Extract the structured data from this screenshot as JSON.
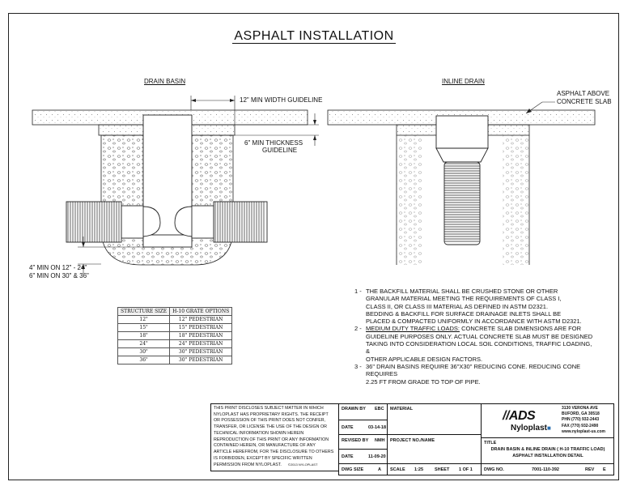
{
  "title": "ASPHALT INSTALLATION",
  "views": {
    "drain_basin": "DRAIN BASIN",
    "inline_drain": "INLINE DRAIN"
  },
  "callouts": {
    "min_width": "12\" MIN WIDTH GUIDELINE",
    "min_thickness_1": "6\" MIN THICKNESS",
    "min_thickness_2": "GUIDELINE",
    "asphalt_1": "ASPHALT ABOVE",
    "asphalt_2": "CONCRETE SLAB",
    "min_depth_1": "4\" MIN ON 12\" - 24\"",
    "min_depth_2": "6\" MIN ON 30\" & 36\""
  },
  "structure_table": {
    "headers": [
      "STRUCTURE SIZE",
      "H-10 GRATE OPTIONS"
    ],
    "rows": [
      [
        "12\"",
        "12\" PEDESTRIAN"
      ],
      [
        "15\"",
        "15\" PEDESTRIAN"
      ],
      [
        "18\"",
        "18\" PEDESTRIAN"
      ],
      [
        "24\"",
        "24\" PEDESTRIAN"
      ],
      [
        "30\"",
        "30\" PEDESTRIAN"
      ],
      [
        "36\"",
        "30\" PEDESTRIAN"
      ]
    ]
  },
  "notes": [
    {
      "num": "1 -",
      "lines": [
        "THE BACKFILL MATERIAL SHALL BE CRUSHED STONE OR OTHER",
        "GRANULAR MATERIAL MEETING THE REQUIREMENTS OF CLASS I,",
        "CLASS II, OR CLASS III MATERIAL AS DEFINED IN ASTM D2321.",
        "BEDDING & BACKFILL FOR SURFACE DRAINAGE INLETS SHALL BE",
        "PLACED & COMPACTED UNIFORMLY IN ACCORDANCE WITH ASTM D2321."
      ]
    },
    {
      "num": "2 -",
      "lead": "MEDIUM DUTY TRAFFIC LOADS:",
      "lines": [
        " CONCRETE SLAB DIMENSIONS ARE FOR",
        "GUIDELINE PURPOSES ONLY.  ACTUAL CONCRETE SLAB MUST BE DESIGNED",
        "TAKING INTO CONSIDERATION LOCAL SOIL CONDITIONS, TRAFFIC LOADING, &",
        "OTHER APPLICABLE DESIGN FACTORS."
      ]
    },
    {
      "num": "3 -",
      "lines": [
        "36\" DRAIN BASINS REQUIRE 36\"X30\" REDUCING CONE. REDUCING CONE REQUIRES",
        "2.25 FT FROM GRADE TO TOP OF PIPE."
      ]
    }
  ],
  "title_block": {
    "disclaimer": [
      "THIS PRINT DISCLOSES SUBJECT MATTER IN WHICH",
      "NYLOPLAST HAS PROPRIETARY RIGHTS. THE RECEIPT",
      "OR POSSESSION OF THIS PRINT DOES NOT CONFER,",
      "TRANSFER, OR LICENSE THE USE OF THE DESIGN OR",
      "TECHNICAL INFORMATION SHOWN HEREIN",
      "REPRODUCTION OF THIS PRINT OR ANY INFORMATION",
      "CONTAINED HEREIN, OR MANUFACTURE OF ANY",
      "ARTICLE HEREFROM, FOR THE DISCLOSURE TO OTHERS",
      "IS FORBIDDEN, EXCEPT BY SPECIFIC WRITTEN",
      "PERMISSION FROM NYLOPLAST."
    ],
    "copyright": "©2013 NYLOPLAST",
    "drawn_by_label": "DRAWN BY",
    "drawn_by": "EBC",
    "date_label": "DATE",
    "date1": "03-14-18",
    "revised_by_label": "REVISED BY",
    "revised_by": "NMH",
    "date2": "11-09-20",
    "dwg_size_label": "DWG SIZE",
    "dwg_size": "A",
    "material_label": "MATERIAL",
    "project_label": "PROJECT NO./NAME",
    "scale_label": "SCALE",
    "scale": "1:25",
    "sheet_label": "SHEET",
    "sheet": "1 OF 1",
    "logo_ads": "ADS",
    "logo_nyloplast": "Nyloplast",
    "address": [
      "3130 VERONA AVE",
      "BUFORD, GA 30518",
      "PHN (770) 932-2443",
      "FAX (770) 932-2490",
      "www.nyloplast-us.com"
    ],
    "title_label": "TITLE",
    "title_line1": "DRAIN BASIN & INLINE DRAIN ( H-10 TRAFFIC LOAD)",
    "title_line2": "ASPHALT INSTALLATION DETAIL",
    "dwg_no_label": "DWG NO.",
    "dwg_no": "7001-110-392",
    "rev_label": "REV",
    "rev": "E"
  }
}
